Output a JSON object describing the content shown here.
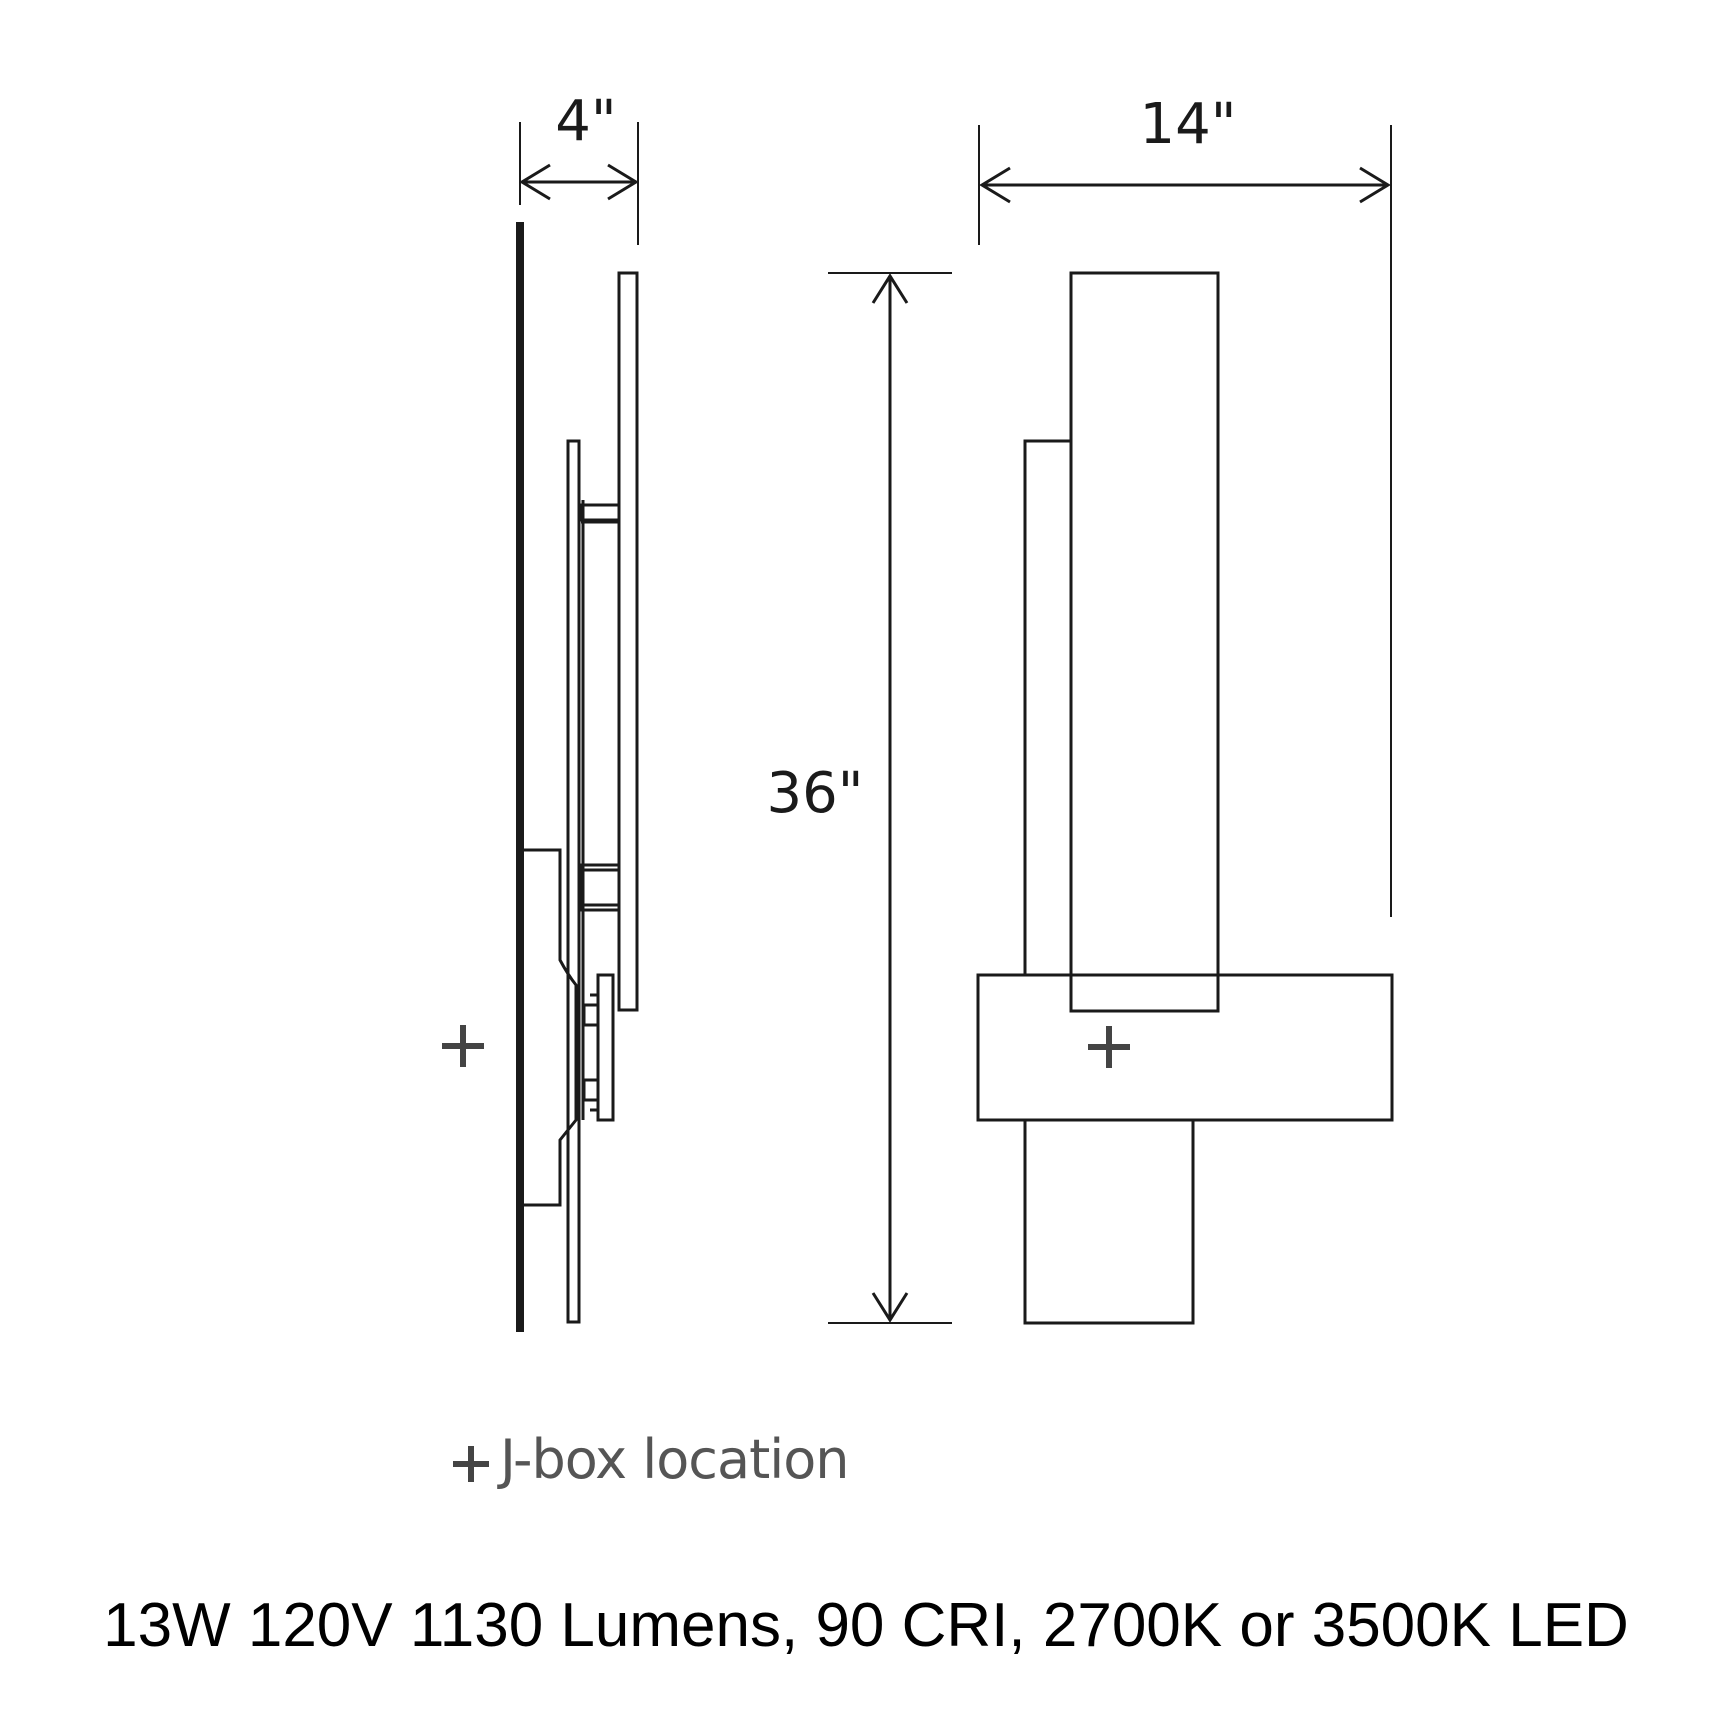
{
  "dimensions": {
    "depth": "4\"",
    "width": "14\"",
    "height": "36\""
  },
  "legend": {
    "marker_icon": "plus-icon",
    "label": "J-box location"
  },
  "specs": "13W 120V 1130 Lumens, 90 CRI, 2700K or 3500K LED"
}
